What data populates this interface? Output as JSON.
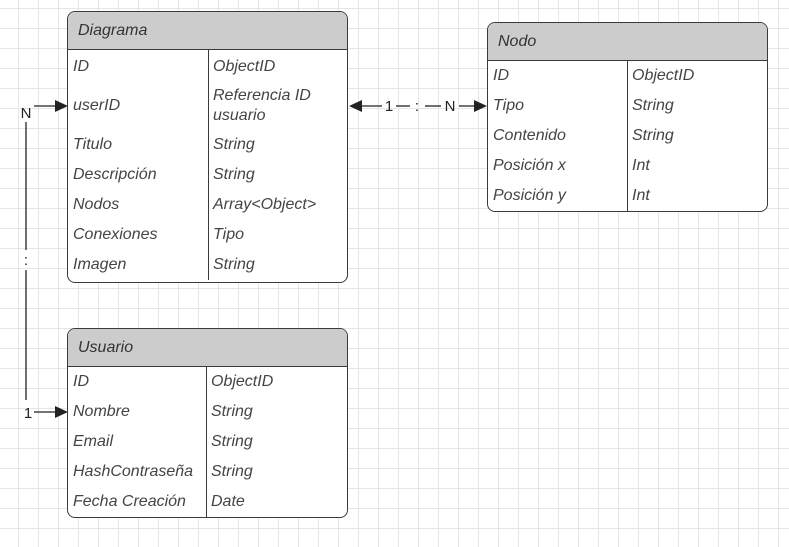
{
  "entities": {
    "diagrama": {
      "title": "Diagrama",
      "rows": [
        {
          "name": "ID",
          "type": "ObjectID"
        },
        {
          "name": "userID",
          "type": "Referencia ID\nusuario"
        },
        {
          "name": "Titulo",
          "type": "String"
        },
        {
          "name": "Descripción",
          "type": "String"
        },
        {
          "name": "Nodos",
          "type": "Array<Object>"
        },
        {
          "name": "Conexiones",
          "type": "Tipo"
        },
        {
          "name": "Imagen",
          "type": "String"
        }
      ]
    },
    "nodo": {
      "title": "Nodo",
      "rows": [
        {
          "name": "ID",
          "type": "ObjectID"
        },
        {
          "name": "Tipo",
          "type": "String"
        },
        {
          "name": "Contenido",
          "type": "String"
        },
        {
          "name": "Posición x",
          "type": "Int"
        },
        {
          "name": "Posición y",
          "type": "Int"
        }
      ]
    },
    "usuario": {
      "title": "Usuario",
      "rows": [
        {
          "name": "ID",
          "type": "ObjectID"
        },
        {
          "name": "Nombre",
          "type": "String"
        },
        {
          "name": "Email",
          "type": "String"
        },
        {
          "name": "HashContraseña",
          "type": "String"
        },
        {
          "name": "Fecha Creación",
          "type": "Date"
        }
      ]
    }
  },
  "relations": {
    "diagrama_nodo": {
      "from_card": "1",
      "separator": ":",
      "to_card": "N"
    },
    "usuario_diagrama": {
      "from_card": "1",
      "separator": ":",
      "to_card": "N"
    }
  }
}
